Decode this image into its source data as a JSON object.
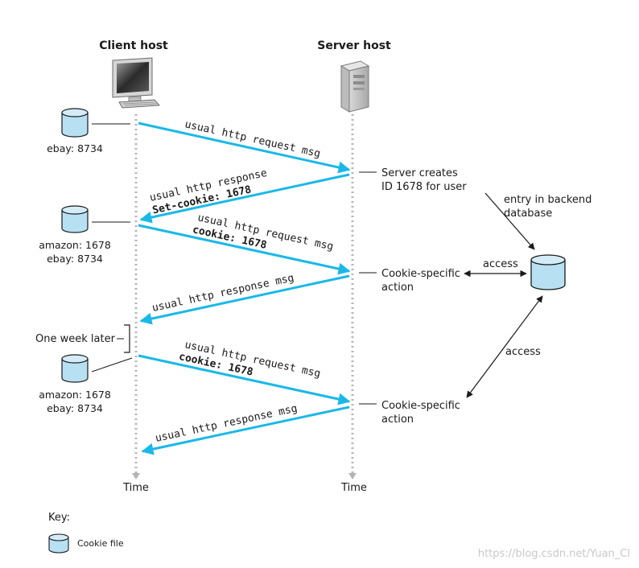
{
  "hosts": {
    "client_label": "Client host",
    "server_label": "Server host"
  },
  "timelines": {
    "client_time": "Time",
    "server_time": "Time"
  },
  "client_cookie_files": [
    {
      "lines": [
        "ebay: 8734"
      ]
    },
    {
      "lines": [
        "amazon: 1678",
        "ebay: 8734"
      ]
    },
    {
      "lines": [
        "amazon: 1678",
        "ebay: 8734"
      ]
    }
  ],
  "messages": [
    {
      "lines": [
        "usual http request msg"
      ],
      "bold_line": ""
    },
    {
      "lines": [
        "usual http response"
      ],
      "bold_line": "Set-cookie: 1678"
    },
    {
      "lines": [
        "usual http request msg"
      ],
      "bold_line": "cookie: 1678"
    },
    {
      "lines": [
        "usual http response msg"
      ],
      "bold_line": ""
    },
    {
      "lines": [
        "usual http request msg"
      ],
      "bold_line": "cookie: 1678"
    },
    {
      "lines": [
        "usual http response msg"
      ],
      "bold_line": ""
    }
  ],
  "server_notes": [
    {
      "lines": [
        "Server creates",
        "ID 1678 for user"
      ]
    },
    {
      "lines": [
        "Cookie-specific",
        "action"
      ]
    },
    {
      "lines": [
        "Cookie-specific",
        "action"
      ]
    }
  ],
  "backend": {
    "entry_lines": [
      "entry in backend",
      "database"
    ],
    "access_label_1": "access",
    "access_label_2": "access"
  },
  "one_week_later": "One week later",
  "key": {
    "title": "Key:",
    "cookie_file_label": "Cookie file"
  },
  "watermark": "https://blog.csdn.net/Yuan_Cl",
  "colors": {
    "arrow": "#1ab8e8",
    "cylinder_fill": "#b7e0f3",
    "timeline": "#b4b4b4",
    "text": "#1a1a1a"
  }
}
